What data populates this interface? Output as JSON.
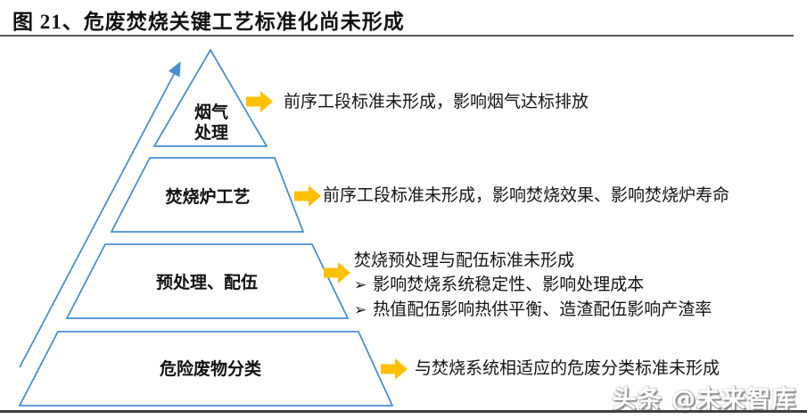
{
  "figure": {
    "title": "图 21、危废焚烧关键工艺标准化尚未形成"
  },
  "colors": {
    "pyramid_outline": "#4a8fd2",
    "callout_arrow": "#FFC000",
    "title_rule": "#5a5a5a",
    "bottom_rule": "#3f3f3f",
    "text": "#141414"
  },
  "pyramid": {
    "levels": [
      {
        "id": "flue-gas-treatment",
        "lines": [
          "烟气",
          "处理"
        ]
      },
      {
        "id": "incinerator-process",
        "lines": [
          "焚烧炉工艺"
        ]
      },
      {
        "id": "pretreatment-compatibility",
        "lines": [
          "预处理、配伍"
        ]
      },
      {
        "id": "hazardous-waste-classification",
        "lines": [
          "危险废物分类"
        ]
      }
    ]
  },
  "annotations": [
    {
      "text": "前序工段标准未形成，影响烟气达标排放"
    },
    {
      "text": "前序工段标准未形成，影响焚烧效果、影响焚烧炉寿命"
    },
    {
      "heading": "焚烧预处理与配伍标准未形成",
      "bullet_char": "➢",
      "bullets": [
        "影响焚烧系统稳定性、影响处理成本",
        "热值配伍影响热供平衡、造渣配伍影响产渣率"
      ]
    },
    {
      "text": "与焚烧系统相适应的危废分类标准未形成"
    }
  ],
  "watermark": "头条 @未来智库"
}
